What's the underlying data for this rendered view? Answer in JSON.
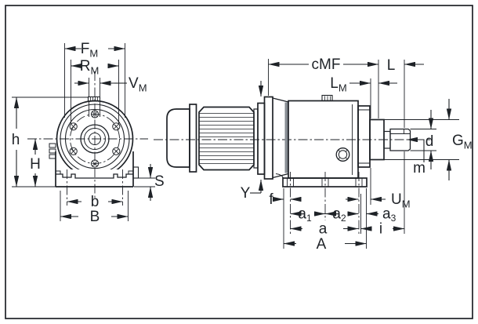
{
  "drawing": {
    "description": "Gearmotor outline dimension drawing, front view and side view",
    "line_color": "#1e2227",
    "views": {
      "front": "front-view",
      "side": "side-view"
    },
    "labels": {
      "FM": {
        "main": "F",
        "sub": "M"
      },
      "RM": {
        "main": "R",
        "sub": "M"
      },
      "VM": {
        "main": "V",
        "sub": "M"
      },
      "h": {
        "main": "h",
        "sub": ""
      },
      "H": {
        "main": "H",
        "sub": ""
      },
      "S": {
        "main": "S",
        "sub": ""
      },
      "b": {
        "main": "b",
        "sub": ""
      },
      "B": {
        "main": "B",
        "sub": ""
      },
      "cMF": {
        "main": "cMF",
        "sub": ""
      },
      "L": {
        "main": "L",
        "sub": ""
      },
      "LM": {
        "main": "L",
        "sub": "M"
      },
      "Y": {
        "main": "Y",
        "sub": ""
      },
      "f": {
        "main": "f",
        "sub": ""
      },
      "UM": {
        "main": "U",
        "sub": "M"
      },
      "a1": {
        "main": "a",
        "sub": "1"
      },
      "a2": {
        "main": "a",
        "sub": "2"
      },
      "a3": {
        "main": "a",
        "sub": "3"
      },
      "a": {
        "main": "a",
        "sub": ""
      },
      "i": {
        "main": "i",
        "sub": ""
      },
      "A": {
        "main": "A",
        "sub": ""
      },
      "m": {
        "main": "m",
        "sub": ""
      },
      "d": {
        "main": "d",
        "sub": ""
      },
      "GM": {
        "main": "G",
        "sub": "M"
      }
    }
  }
}
